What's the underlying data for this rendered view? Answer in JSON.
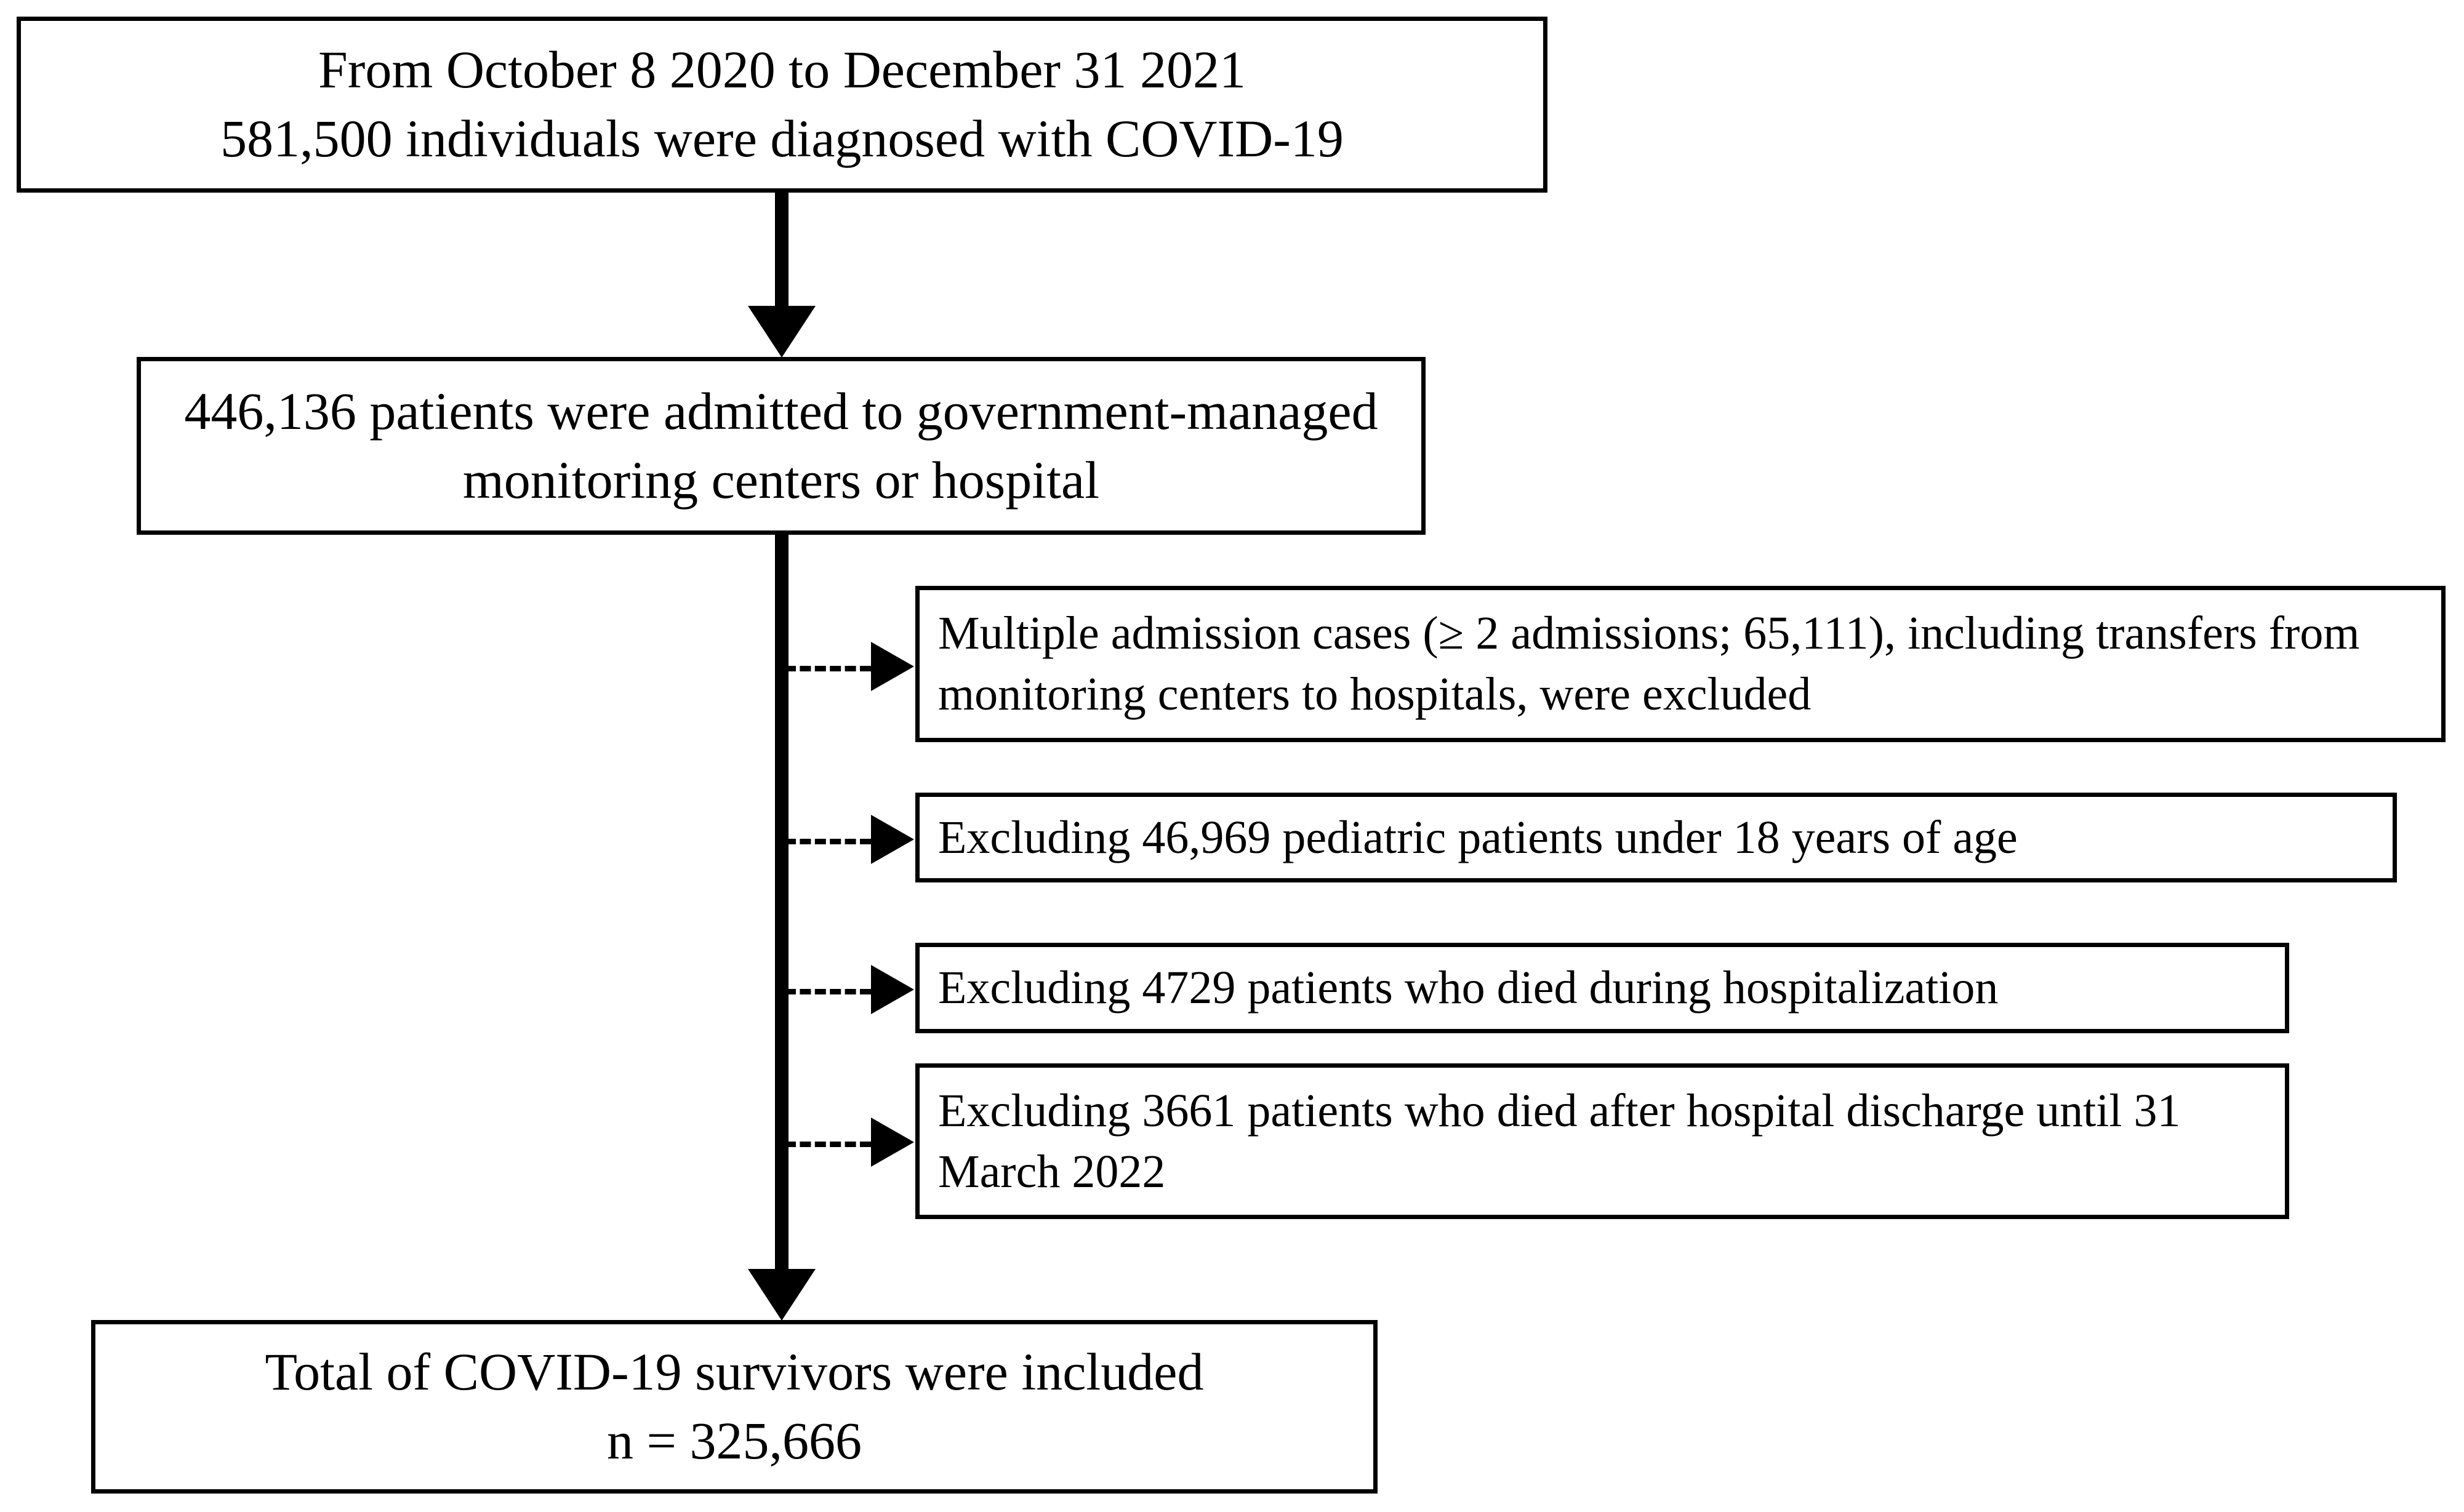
{
  "figure": {
    "type": "flowchart",
    "title": "COVID-19 survivor cohort selection flow diagram",
    "colors": {
      "background": "#ffffff",
      "border": "#000000",
      "text": "#000000",
      "connector": "#000000"
    }
  },
  "nodes": {
    "diagnosed": {
      "text": "From October 8 2020 to December 31 2021\n581,500 individuals were diagnosed with COVID-19",
      "line1": "From October 8 2020 to December 31 2021",
      "line2": "581,500 individuals were diagnosed with COVID-19",
      "count": "581,500",
      "period_start": "October 8 2020",
      "period_end": "December 31 2021"
    },
    "admitted": {
      "text": "446,136 patients were admitted to government-managed monitoring centers or hospital",
      "count": "446,136"
    },
    "total": {
      "text": "Total of COVID-19 survivors were included\nn = 325,666",
      "line1": "Total of COVID-19 survivors were included",
      "line2": "n = 325,666",
      "count": "325,666"
    }
  },
  "exclusions": [
    {
      "text": "Multiple admission cases (≥ 2 admissions; 65,111), including transfers from monitoring centers to hospitals, were excluded",
      "count": "65,111",
      "criterion": "Multiple admission cases (≥ 2 admissions)"
    },
    {
      "text": "Excluding 46,969 pediatric patients under 18 years of age",
      "count": "46,969",
      "criterion": "Pediatric patients under 18 years of age"
    },
    {
      "text": "Excluding 4729 patients who died during hospitalization",
      "count": "4729",
      "criterion": "Died during hospitalization"
    },
    {
      "text": "Excluding 3661 patients who died after hospital discharge until 31 March 2022",
      "count": "3661",
      "criterion": "Died after hospital discharge until 31 March 2022"
    }
  ],
  "connectors": {
    "solid_arrow_label": "solid-down-arrow",
    "dashed_arrow_label": "dashed-right-arrow"
  }
}
